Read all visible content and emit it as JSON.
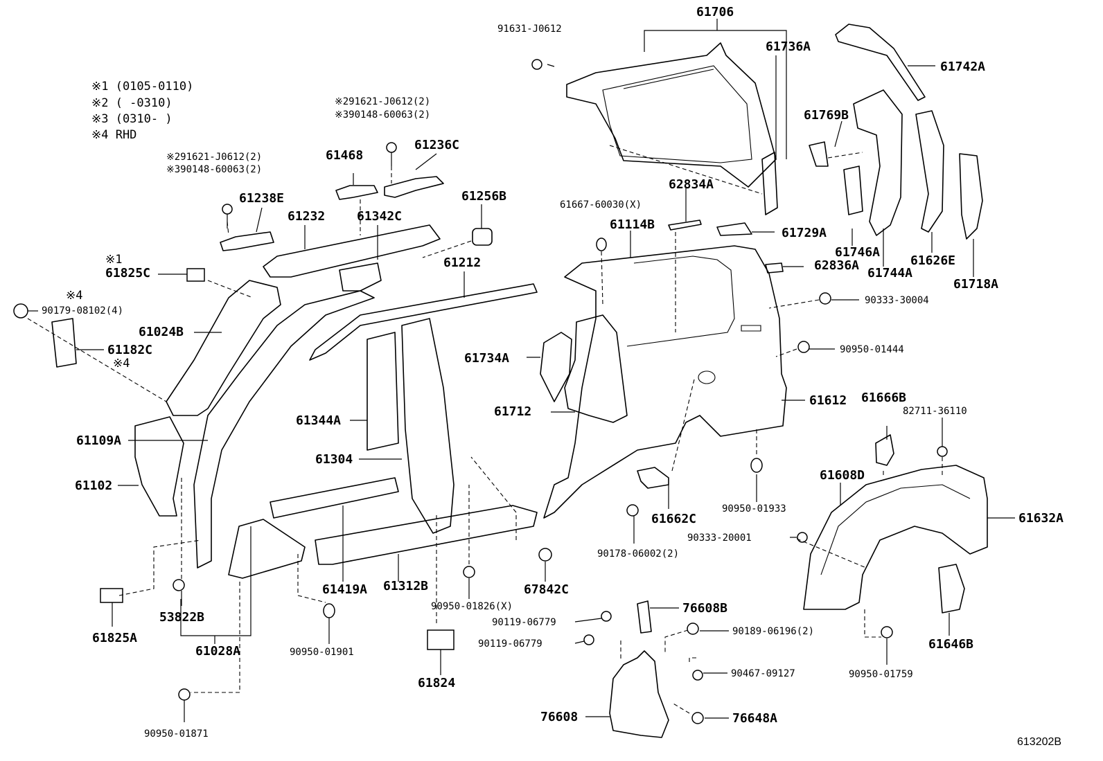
{
  "notes": [
    "※1 (0105-0110)",
    "※2 (      -0310)",
    "※3 (0310-       )",
    "※4 RHD"
  ],
  "part_labels": [
    "61706",
    "91631-J0612",
    "61736A",
    "61742A",
    "61769B",
    "61746A",
    "61744A",
    "61626E",
    "61718A",
    "62834A",
    "61667-60030(X)",
    "61114B",
    "61729A",
    "62836A",
    "90333-30004",
    "90950-01444",
    "61734A",
    "61612",
    "61712",
    "61666B",
    "82711-36110",
    "61608D",
    "61632A",
    "90950-01933",
    "90333-20001",
    "61662C",
    "90178-06002(2)",
    "76608B",
    "90119-06779",
    "90119-06779",
    "90189-06196(2)",
    "90467-09127",
    "76608",
    "76648A",
    "90950-01759",
    "61646B",
    "61468",
    "61236C",
    "61238E",
    "61232",
    "61342C",
    "61256B",
    "61212",
    "61825C",
    "90179-08102(4)",
    "61024B",
    "61182C",
    "61109A",
    "61102",
    "61344A",
    "61304",
    "61419A",
    "61312B",
    "90950-01826(X)",
    "67842C",
    "61825A",
    "53822B",
    "61028A",
    "90950-01901",
    "61824",
    "90950-01871"
  ],
  "annotations": [
    "※1",
    "※4",
    "※4",
    "※291621-J0612(2)",
    "※390148-60063(2)",
    "※291621-J0612(2)",
    "※390148-60063(2)"
  ],
  "diagram_code": "613202B"
}
